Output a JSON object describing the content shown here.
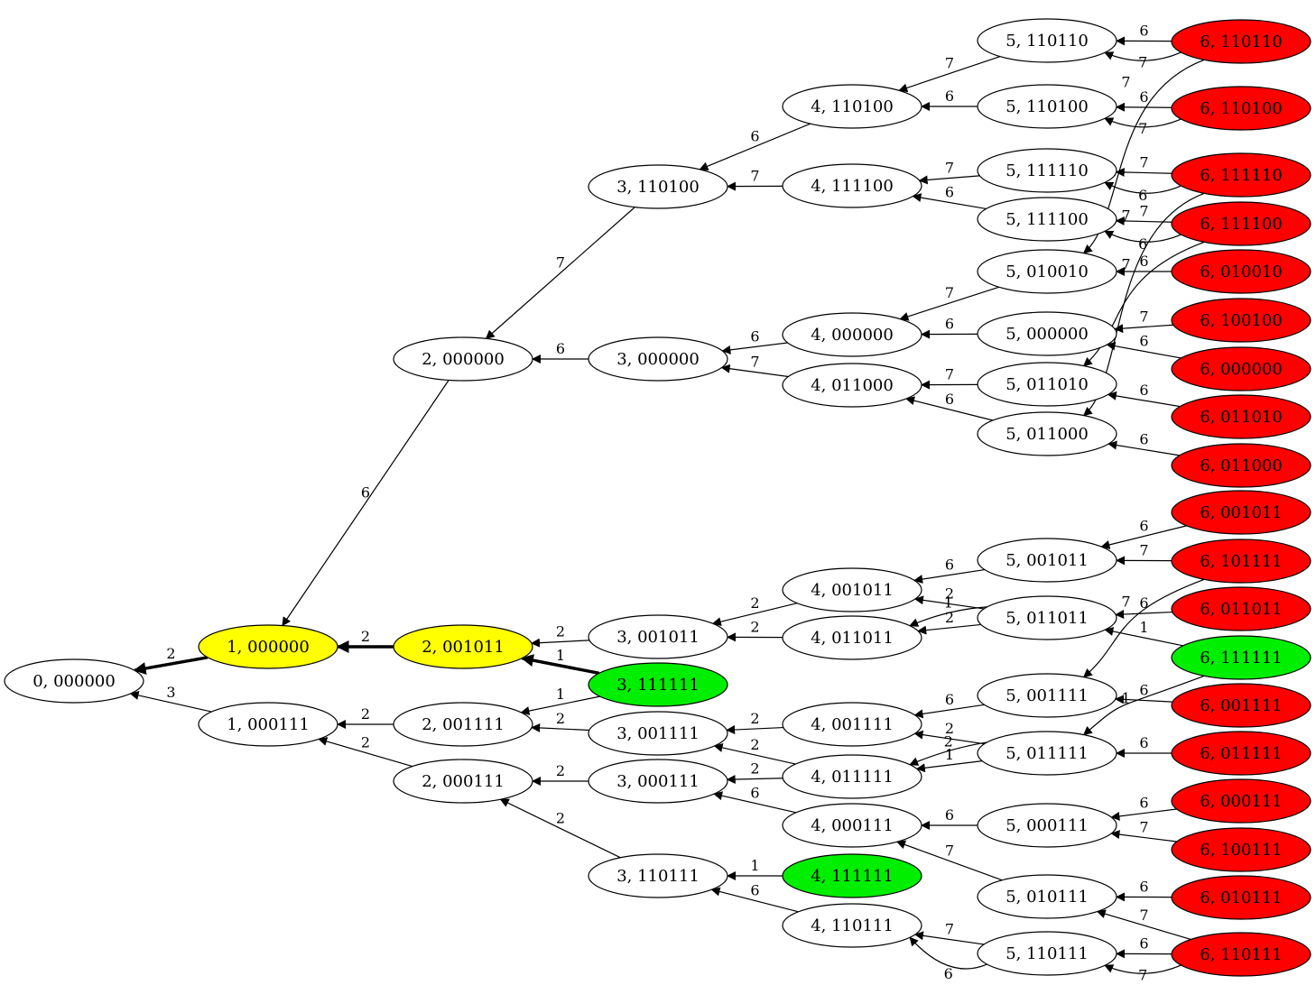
{
  "graph": {
    "colors": {
      "default": "#ffffff",
      "yellow": "#ffff00",
      "green": "#00ee00",
      "red": "#ff0000",
      "stroke": "#000000"
    },
    "nodes": [
      {
        "id": "0,000000",
        "label": "0, 000000",
        "fill": "default"
      },
      {
        "id": "1,000000",
        "label": "1, 000000",
        "fill": "yellow"
      },
      {
        "id": "1,000111",
        "label": "1, 000111",
        "fill": "default"
      },
      {
        "id": "2,000000",
        "label": "2, 000000",
        "fill": "default"
      },
      {
        "id": "2,001011",
        "label": "2, 001011",
        "fill": "yellow"
      },
      {
        "id": "2,001111",
        "label": "2, 001111",
        "fill": "default"
      },
      {
        "id": "2,000111",
        "label": "2, 000111",
        "fill": "default"
      },
      {
        "id": "3,110100",
        "label": "3, 110100",
        "fill": "default"
      },
      {
        "id": "3,000000",
        "label": "3, 000000",
        "fill": "default"
      },
      {
        "id": "3,001011",
        "label": "3, 001011",
        "fill": "default"
      },
      {
        "id": "3,111111",
        "label": "3, 111111",
        "fill": "green"
      },
      {
        "id": "3,001111",
        "label": "3, 001111",
        "fill": "default"
      },
      {
        "id": "3,000111",
        "label": "3, 000111",
        "fill": "default"
      },
      {
        "id": "3,110111",
        "label": "3, 110111",
        "fill": "default"
      },
      {
        "id": "4,110100",
        "label": "4, 110100",
        "fill": "default"
      },
      {
        "id": "4,111100",
        "label": "4, 111100",
        "fill": "default"
      },
      {
        "id": "4,000000",
        "label": "4, 000000",
        "fill": "default"
      },
      {
        "id": "4,011000",
        "label": "4, 011000",
        "fill": "default"
      },
      {
        "id": "4,001011",
        "label": "4, 001011",
        "fill": "default"
      },
      {
        "id": "4,011011",
        "label": "4, 011011",
        "fill": "default"
      },
      {
        "id": "4,001111",
        "label": "4, 001111",
        "fill": "default"
      },
      {
        "id": "4,011111",
        "label": "4, 011111",
        "fill": "default"
      },
      {
        "id": "4,000111",
        "label": "4, 000111",
        "fill": "default"
      },
      {
        "id": "4,111111",
        "label": "4, 111111",
        "fill": "green"
      },
      {
        "id": "4,110111",
        "label": "4, 110111",
        "fill": "default"
      },
      {
        "id": "5,110110",
        "label": "5, 110110",
        "fill": "default"
      },
      {
        "id": "5,110100",
        "label": "5, 110100",
        "fill": "default"
      },
      {
        "id": "5,111110",
        "label": "5, 111110",
        "fill": "default"
      },
      {
        "id": "5,111100",
        "label": "5, 111100",
        "fill": "default"
      },
      {
        "id": "5,010010",
        "label": "5, 010010",
        "fill": "default"
      },
      {
        "id": "5,000000",
        "label": "5, 000000",
        "fill": "default"
      },
      {
        "id": "5,011010",
        "label": "5, 011010",
        "fill": "default"
      },
      {
        "id": "5,011000",
        "label": "5, 011000",
        "fill": "default"
      },
      {
        "id": "5,001011",
        "label": "5, 001011",
        "fill": "default"
      },
      {
        "id": "5,011011",
        "label": "5, 011011",
        "fill": "default"
      },
      {
        "id": "5,001111",
        "label": "5, 001111",
        "fill": "default"
      },
      {
        "id": "5,011111",
        "label": "5, 011111",
        "fill": "default"
      },
      {
        "id": "5,000111",
        "label": "5, 000111",
        "fill": "default"
      },
      {
        "id": "5,010111",
        "label": "5, 010111",
        "fill": "default"
      },
      {
        "id": "5,110111",
        "label": "5, 110111",
        "fill": "default"
      },
      {
        "id": "6,110110",
        "label": "6, 110110",
        "fill": "red"
      },
      {
        "id": "6,110100",
        "label": "6, 110100",
        "fill": "red"
      },
      {
        "id": "6,111110",
        "label": "6, 111110",
        "fill": "red"
      },
      {
        "id": "6,111100",
        "label": "6, 111100",
        "fill": "red"
      },
      {
        "id": "6,010010",
        "label": "6, 010010",
        "fill": "red"
      },
      {
        "id": "6,100100",
        "label": "6, 100100",
        "fill": "red"
      },
      {
        "id": "6,000000",
        "label": "6, 000000",
        "fill": "red"
      },
      {
        "id": "6,011010",
        "label": "6, 011010",
        "fill": "red"
      },
      {
        "id": "6,011000",
        "label": "6, 011000",
        "fill": "red"
      },
      {
        "id": "6,001011",
        "label": "6, 001011",
        "fill": "red"
      },
      {
        "id": "6,101111",
        "label": "6, 101111",
        "fill": "red"
      },
      {
        "id": "6,011011",
        "label": "6, 011011",
        "fill": "red"
      },
      {
        "id": "6,111111",
        "label": "6, 111111",
        "fill": "green"
      },
      {
        "id": "6,001111",
        "label": "6, 001111",
        "fill": "red"
      },
      {
        "id": "6,011111",
        "label": "6, 011111",
        "fill": "red"
      },
      {
        "id": "6,000111",
        "label": "6, 000111",
        "fill": "red"
      },
      {
        "id": "6,100111",
        "label": "6, 100111",
        "fill": "red"
      },
      {
        "id": "6,010111",
        "label": "6, 010111",
        "fill": "red"
      },
      {
        "id": "6,110111",
        "label": "6, 110111",
        "fill": "red"
      }
    ],
    "edges": [
      {
        "from": "1,000000",
        "to": "0,000000",
        "label": "2",
        "bold": true
      },
      {
        "from": "1,000111",
        "to": "0,000000",
        "label": "3"
      },
      {
        "from": "2,000000",
        "to": "1,000000",
        "label": "6"
      },
      {
        "from": "2,001011",
        "to": "1,000000",
        "label": "2",
        "bold": true
      },
      {
        "from": "2,001111",
        "to": "1,000111",
        "label": "2"
      },
      {
        "from": "2,000111",
        "to": "1,000111",
        "label": "2"
      },
      {
        "from": "3,110100",
        "to": "2,000000",
        "label": "7"
      },
      {
        "from": "3,000000",
        "to": "2,000000",
        "label": "6"
      },
      {
        "from": "3,001011",
        "to": "2,001011",
        "label": "2"
      },
      {
        "from": "3,111111",
        "to": "2,001011",
        "label": "1",
        "bold": true
      },
      {
        "from": "3,111111",
        "to": "2,001111",
        "label": "1"
      },
      {
        "from": "3,001111",
        "to": "2,001111",
        "label": "2"
      },
      {
        "from": "3,000111",
        "to": "2,000111",
        "label": "2"
      },
      {
        "from": "3,110111",
        "to": "2,000111",
        "label": "2"
      },
      {
        "from": "4,110100",
        "to": "3,110100",
        "label": "6"
      },
      {
        "from": "4,111100",
        "to": "3,110100",
        "label": "7"
      },
      {
        "from": "4,000000",
        "to": "3,000000",
        "label": "6"
      },
      {
        "from": "4,011000",
        "to": "3,000000",
        "label": "7"
      },
      {
        "from": "4,001011",
        "to": "3,001011",
        "label": "2"
      },
      {
        "from": "4,011011",
        "to": "3,001011",
        "label": "2"
      },
      {
        "from": "4,001111",
        "to": "3,001111",
        "label": "2"
      },
      {
        "from": "4,011111",
        "to": "3,001111",
        "label": "2"
      },
      {
        "from": "4,011111",
        "to": "3,000111",
        "label": "2"
      },
      {
        "from": "4,000111",
        "to": "3,000111",
        "label": "6"
      },
      {
        "from": "4,111111",
        "to": "3,110111",
        "label": "1"
      },
      {
        "from": "4,110111",
        "to": "3,110111",
        "label": "6"
      },
      {
        "from": "5,110110",
        "to": "4,110100",
        "label": "7"
      },
      {
        "from": "5,110100",
        "to": "4,110100",
        "label": "6"
      },
      {
        "from": "5,111110",
        "to": "4,111100",
        "label": "7"
      },
      {
        "from": "5,111100",
        "to": "4,111100",
        "label": "6"
      },
      {
        "from": "5,010010",
        "to": "4,000000",
        "label": "7"
      },
      {
        "from": "5,000000",
        "to": "4,000000",
        "label": "6"
      },
      {
        "from": "5,011010",
        "to": "4,011000",
        "label": "7"
      },
      {
        "from": "5,011000",
        "to": "4,011000",
        "label": "6"
      },
      {
        "from": "5,001011",
        "to": "4,001011",
        "label": "6"
      },
      {
        "from": "5,011011",
        "to": "4,001011",
        "label": "2"
      },
      {
        "from": "5,011011",
        "to": "4,011011",
        "label": "2"
      },
      {
        "from": "5,011011",
        "to": "4,011011",
        "label": "1",
        "curve": true
      },
      {
        "from": "5,001111",
        "to": "4,001111",
        "label": "6"
      },
      {
        "from": "5,011111",
        "to": "4,001111",
        "label": "2"
      },
      {
        "from": "5,011111",
        "to": "4,011111",
        "label": "1"
      },
      {
        "from": "5,011111",
        "to": "4,011111",
        "label": "2",
        "curve": true
      },
      {
        "from": "5,000111",
        "to": "4,000111",
        "label": "6"
      },
      {
        "from": "5,010111",
        "to": "4,000111",
        "label": "7"
      },
      {
        "from": "5,110111",
        "to": "4,110111",
        "label": "7"
      },
      {
        "from": "5,110111",
        "to": "4,110111",
        "label": "6",
        "curve": true
      },
      {
        "from": "6,110110",
        "to": "5,110110",
        "label": "7",
        "curve": true
      },
      {
        "from": "6,110110",
        "to": "5,110110",
        "label": "6"
      },
      {
        "from": "6,110110",
        "to": "5,010010",
        "label": "7",
        "long": true
      },
      {
        "from": "6,110100",
        "to": "5,110100",
        "label": "7",
        "curve": true
      },
      {
        "from": "6,110100",
        "to": "5,110100",
        "label": "6"
      },
      {
        "from": "6,111110",
        "to": "5,111110",
        "label": "7"
      },
      {
        "from": "6,111110",
        "to": "5,111110",
        "label": "6",
        "curve": true
      },
      {
        "from": "6,111110",
        "to": "5,011000",
        "label": "7",
        "long": true
      },
      {
        "from": "6,111100",
        "to": "5,111100",
        "label": "7"
      },
      {
        "from": "6,111100",
        "to": "5,111100",
        "label": "6",
        "curve": true
      },
      {
        "from": "6,111100",
        "to": "5,011010",
        "label": "7",
        "long": true
      },
      {
        "from": "6,010010",
        "to": "5,010010",
        "label": "6"
      },
      {
        "from": "6,100100",
        "to": "5,000000",
        "label": "7"
      },
      {
        "from": "6,000000",
        "to": "5,000000",
        "label": "6"
      },
      {
        "from": "6,011010",
        "to": "5,011010",
        "label": "6"
      },
      {
        "from": "6,011000",
        "to": "5,011000",
        "label": "6"
      },
      {
        "from": "6,001011",
        "to": "5,001011",
        "label": "6"
      },
      {
        "from": "6,101111",
        "to": "5,001011",
        "label": "7"
      },
      {
        "from": "6,101111",
        "to": "5,001111",
        "label": "7",
        "long": true
      },
      {
        "from": "6,011011",
        "to": "5,011011",
        "label": "6"
      },
      {
        "from": "6,111111",
        "to": "5,011011",
        "label": "1"
      },
      {
        "from": "6,111111",
        "to": "5,011111",
        "label": "1",
        "long": true
      },
      {
        "from": "6,001111",
        "to": "5,001111",
        "label": "6"
      },
      {
        "from": "6,011111",
        "to": "5,011111",
        "label": "6"
      },
      {
        "from": "6,000111",
        "to": "5,000111",
        "label": "6"
      },
      {
        "from": "6,100111",
        "to": "5,000111",
        "label": "7"
      },
      {
        "from": "6,010111",
        "to": "5,010111",
        "label": "6"
      },
      {
        "from": "6,110111",
        "to": "5,010111",
        "label": "7"
      },
      {
        "from": "6,110111",
        "to": "5,110111",
        "label": "6"
      },
      {
        "from": "6,110111",
        "to": "5,110111",
        "label": "7",
        "curve": true
      }
    ]
  }
}
